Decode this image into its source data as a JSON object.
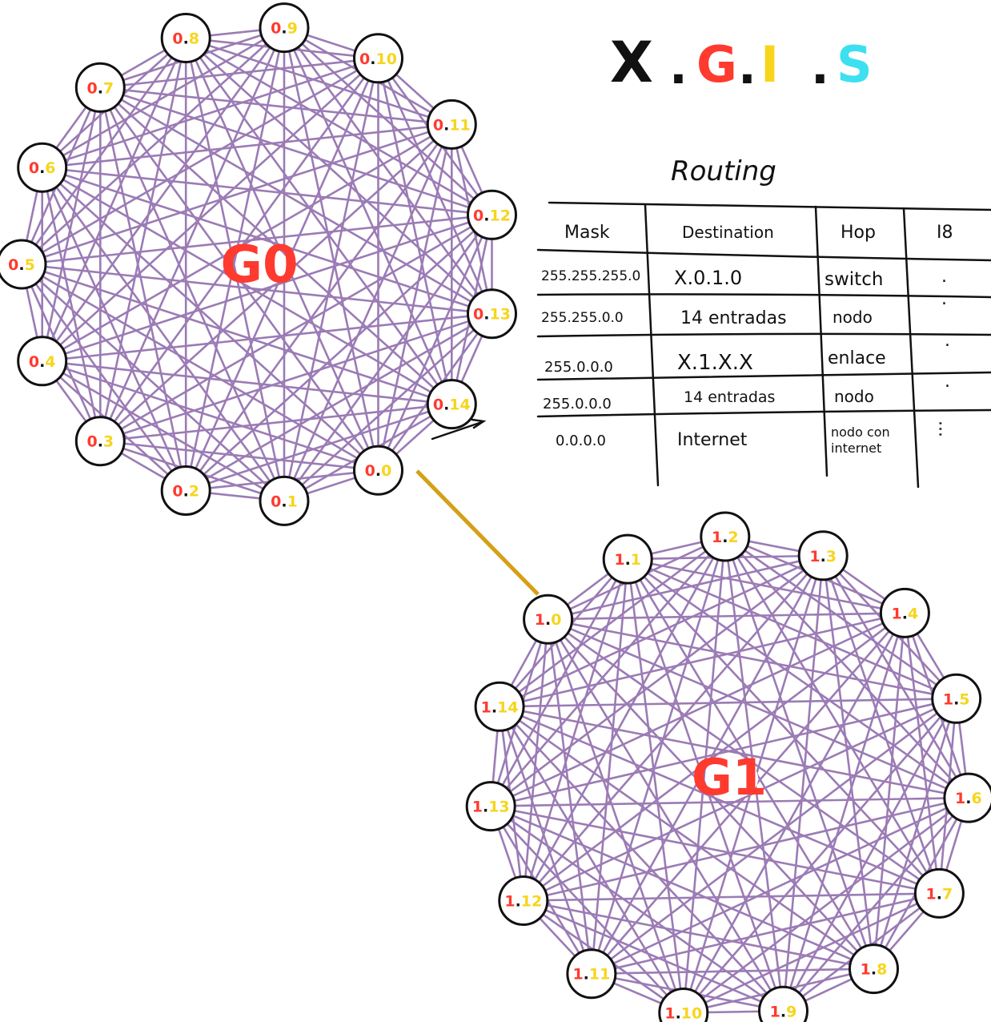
{
  "title": {
    "parts": [
      {
        "text": "X",
        "color": "#111111"
      },
      {
        "text": ".",
        "color": "#111111"
      },
      {
        "text": "G",
        "color": "#ff3a2e"
      },
      {
        "text": ".",
        "color": "#111111"
      },
      {
        "text": "I",
        "color": "#f7d51d"
      },
      {
        "text": ".",
        "color": "#111111"
      },
      {
        "text": "S",
        "color": "#3de0f0"
      }
    ]
  },
  "colors": {
    "edge": "#9b7bb5",
    "bridge": "#d4a017",
    "node_border": "#111111",
    "group_number": "#ff3a2e",
    "node_number": "#f7d51d",
    "group_label": "#ff3a2e"
  },
  "groups": [
    {
      "label": "G0",
      "group_number": "0",
      "node_numbers": [
        "0",
        "1",
        "2",
        "3",
        "4",
        "5",
        "6",
        "7",
        "8",
        "9",
        "10",
        "11",
        "12",
        "13",
        "14"
      ]
    },
    {
      "label": "G1",
      "group_number": "1",
      "node_numbers": [
        "0",
        "1",
        "2",
        "3",
        "4",
        "5",
        "6",
        "7",
        "8",
        "9",
        "10",
        "11",
        "12",
        "13",
        "14"
      ]
    }
  ],
  "routing": {
    "title": "Routing",
    "headers": [
      "Mask",
      "Destination",
      "Hop",
      "I8"
    ],
    "rows": [
      [
        "255.255.255.0",
        "X.0.1.0",
        "switch",
        "."
      ],
      [
        "255.255.0.0",
        "14 entradas",
        "nodo",
        "."
      ],
      [
        "255.0.0.0",
        "X.1.X.X",
        "enlace",
        "."
      ],
      [
        "255.0.0.0",
        "14 entradas",
        "nodo",
        "."
      ],
      [
        "0.0.0.0",
        "Internet",
        "nodo con internet",
        "..."
      ]
    ]
  }
}
